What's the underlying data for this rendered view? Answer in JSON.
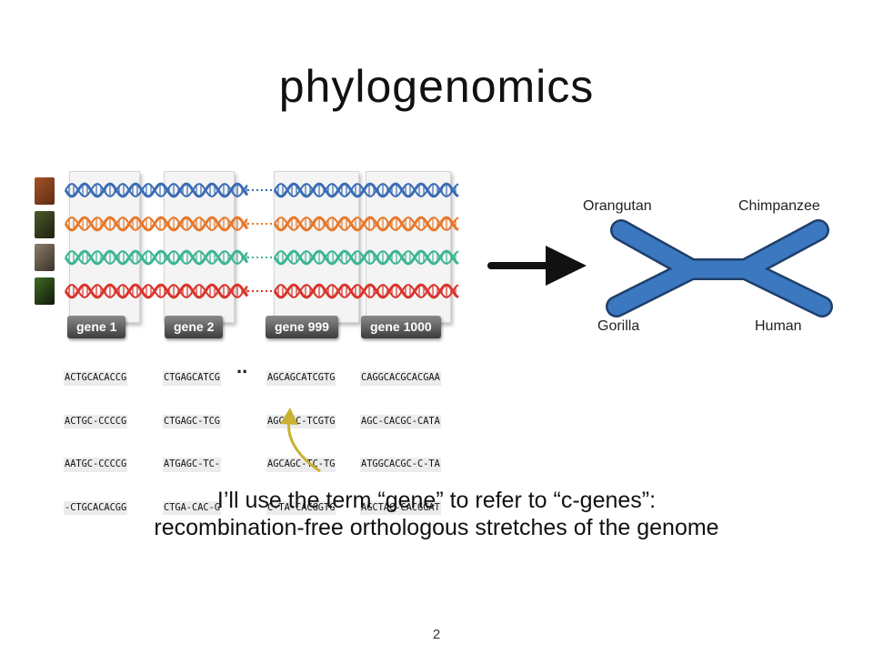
{
  "slide": {
    "title": "phylogenomics",
    "page_number": "2"
  },
  "genes": [
    {
      "label": "gene 1",
      "sequences": [
        "ACTGCACACCG",
        "ACTGC-CCCCG",
        "AATGC-CCCCG",
        "-CTGCACACGG"
      ]
    },
    {
      "label": "gene 2",
      "sequences": [
        "CTGAGCATCG",
        "CTGAGC-TCG",
        "ATGAGC-TC-",
        "CTGA-CAC-G"
      ]
    },
    {
      "label": "gene 999",
      "sequences": [
        "AGCAGCATCGTG",
        "AGCAGC-TCGTG",
        "AGCAGC-TC-TG",
        "C-TA-CACGGTG"
      ]
    },
    {
      "label": "gene 1000",
      "sequences": [
        "CAGGCACGCACGAA",
        "AGC-CACGC-CATA",
        "ATGGCACGC-C-TA",
        "AGCTAC-CACGGAT"
      ]
    }
  ],
  "ellipsis": "..",
  "tree": {
    "top_left": "Orangutan",
    "top_right": "Chimpanzee",
    "bottom_left": "Gorilla",
    "bottom_right": "Human",
    "color": "#3b78c0"
  },
  "helix_colors": [
    "#3a6cb5",
    "#e8782a",
    "#3db592",
    "#d9342b"
  ],
  "arrow_color": "#c9b233",
  "caption": {
    "line1": "I’ll use the term “gene” to refer to “c-genes”:",
    "line2": "recombination-free orthologous stretches of the genome"
  }
}
